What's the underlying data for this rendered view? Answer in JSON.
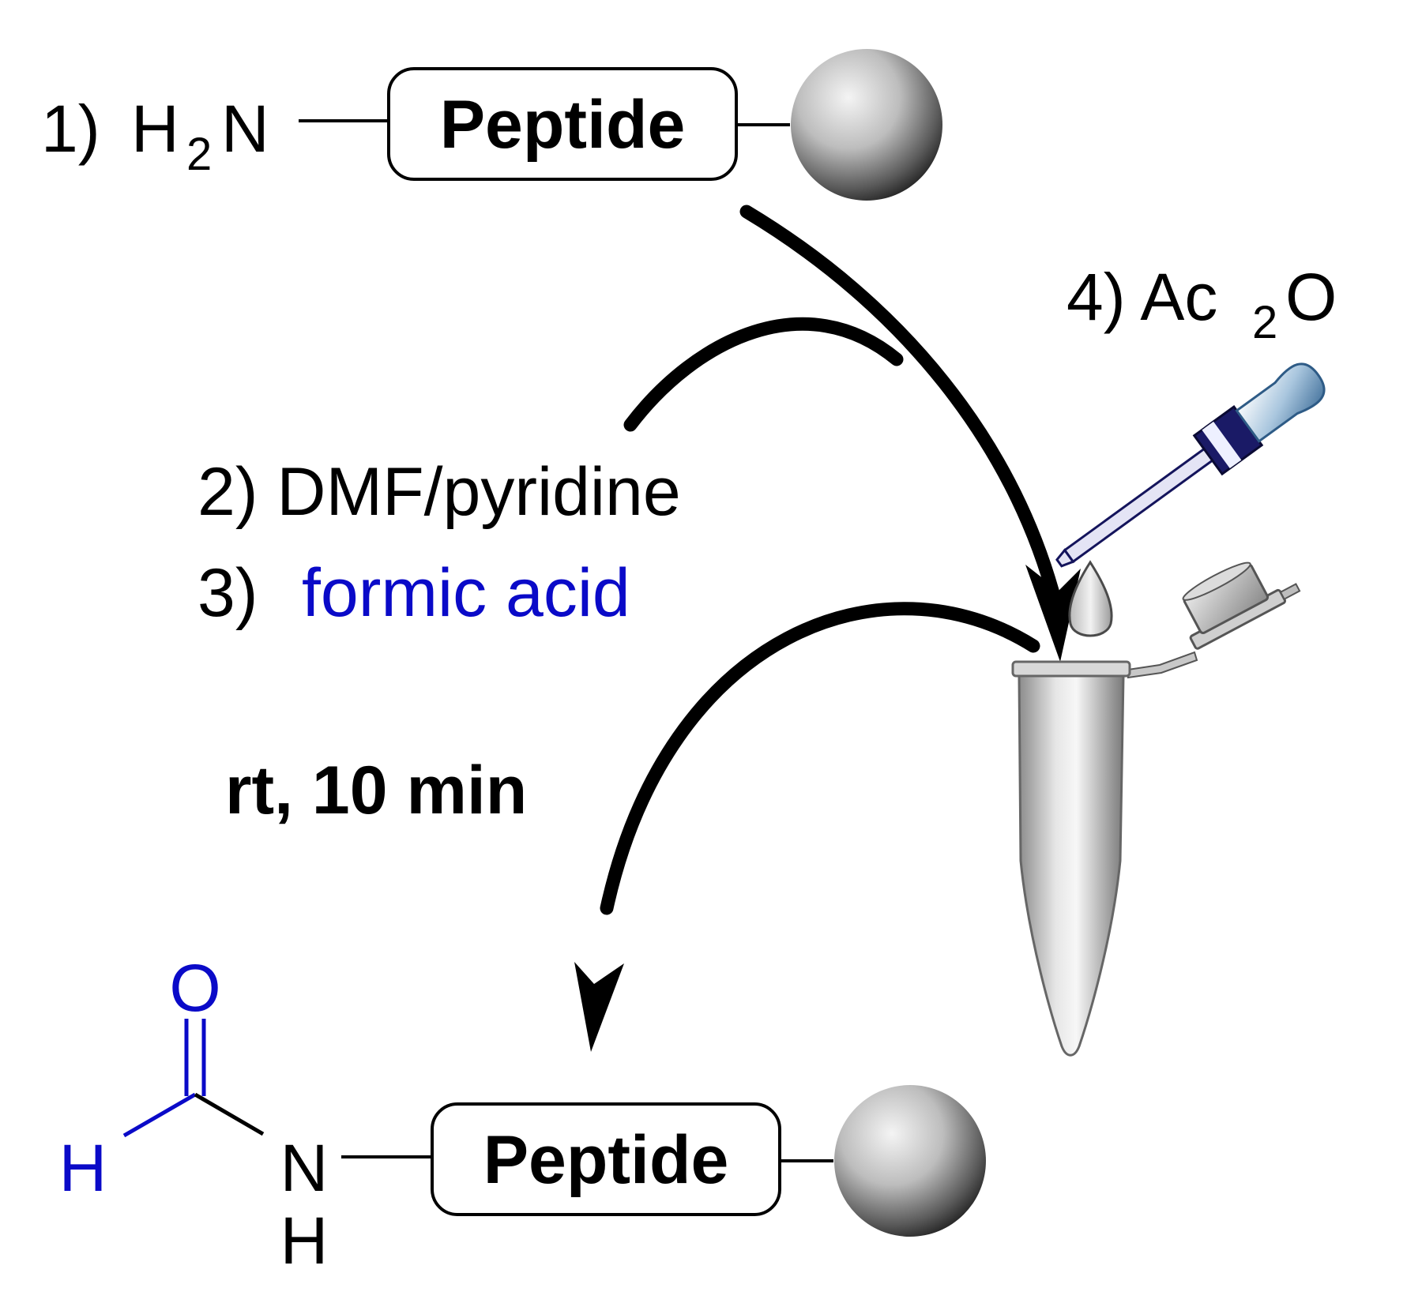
{
  "colors": {
    "black": "#000000",
    "blue": "#0a0ac8",
    "background": "#ffffff"
  },
  "reactant": {
    "step_label": "1)",
    "amine_H": "H",
    "amine_sub": "2",
    "amine_N": "N",
    "peptide_label": "Peptide"
  },
  "conditions": {
    "step2": "2) DMF/pyridine",
    "step3_num": "3)",
    "step3_reagent": "formic acid",
    "step4_prefix": "4) Ac",
    "step4_sub": "2",
    "step4_suffix": "O",
    "reaction_conditions": "rt, 10 min"
  },
  "product": {
    "formyl_O": "O",
    "formyl_H": "H",
    "amide_N": "N",
    "amide_H": "H",
    "peptide_label": "Peptide"
  },
  "icons": [
    "resin-bead-icon",
    "microcentrifuge-tube-icon",
    "dropper-icon",
    "droplet-icon",
    "curved-arrow-icon"
  ]
}
